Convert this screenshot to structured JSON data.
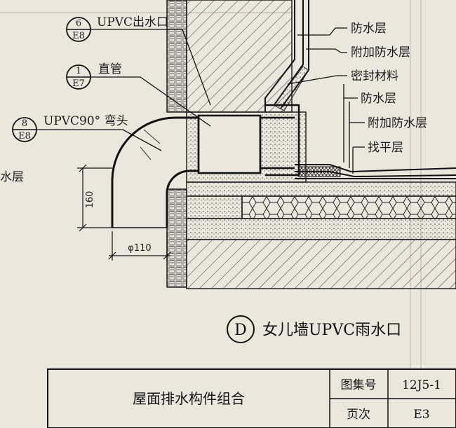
{
  "callouts": [
    {
      "top": "6",
      "bottom": "E8",
      "text": "UPVC出水口"
    },
    {
      "top": "1",
      "bottom": "E7",
      "text": "直管"
    },
    {
      "top": "8",
      "bottom": "E8",
      "text": "UPVC90° 弯头"
    }
  ],
  "left_cut_label": "水层",
  "right_labels": [
    "防水层",
    "附加防水层",
    "密封材料",
    "防水层",
    "附加防水层",
    "找平层"
  ],
  "dimensions": {
    "height": "160",
    "pipe_dia": "φ110"
  },
  "detail": {
    "letter": "D",
    "title": "女儿墙UPVC雨水口"
  },
  "title_block": {
    "name": "屋面排水构件组合",
    "atlas_label": "图集号",
    "atlas_value": "12J5-1",
    "page_label": "页次",
    "page_value": "E3"
  }
}
